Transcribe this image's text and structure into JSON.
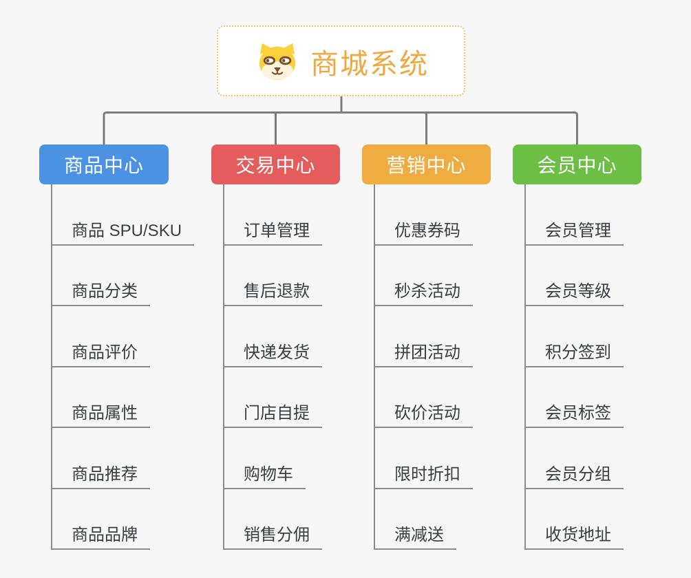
{
  "canvas": {
    "background": "#f7f7f7"
  },
  "connectors": {
    "color": "#7c7c7c",
    "list_line_color": "#8b8b8b"
  },
  "root": {
    "title": "商城系统",
    "background": "#ffffff",
    "border_color": "#f4c46c",
    "text_color": "#f0a843",
    "icon": "shiba-dog-icon",
    "icon_colors": {
      "head": "#fcd23c",
      "muzzle": "#fdf4de",
      "features": "#7e4e27"
    }
  },
  "branch_label_color": "#ffffff",
  "item_text_color": "#3a3e43",
  "branches": [
    {
      "label": "商品中心",
      "color": "#4b92e5",
      "children": [
        "商品 SPU/SKU",
        "商品分类",
        "商品评价",
        "商品属性",
        "商品推荐",
        "商品品牌"
      ]
    },
    {
      "label": "交易中心",
      "color": "#e45c5c",
      "children": [
        "订单管理",
        "售后退款",
        "快递发货",
        "门店自提",
        "购物车",
        "销售分佣"
      ]
    },
    {
      "label": "营销中心",
      "color": "#efac41",
      "children": [
        "优惠券码",
        "秒杀活动",
        "拼团活动",
        "砍价活动",
        "限时折扣",
        "满减送"
      ]
    },
    {
      "label": "会员中心",
      "color": "#6cbe45",
      "children": [
        "会员管理",
        "会员等级",
        "积分签到",
        "会员标签",
        "会员分组",
        "收货地址"
      ]
    }
  ]
}
